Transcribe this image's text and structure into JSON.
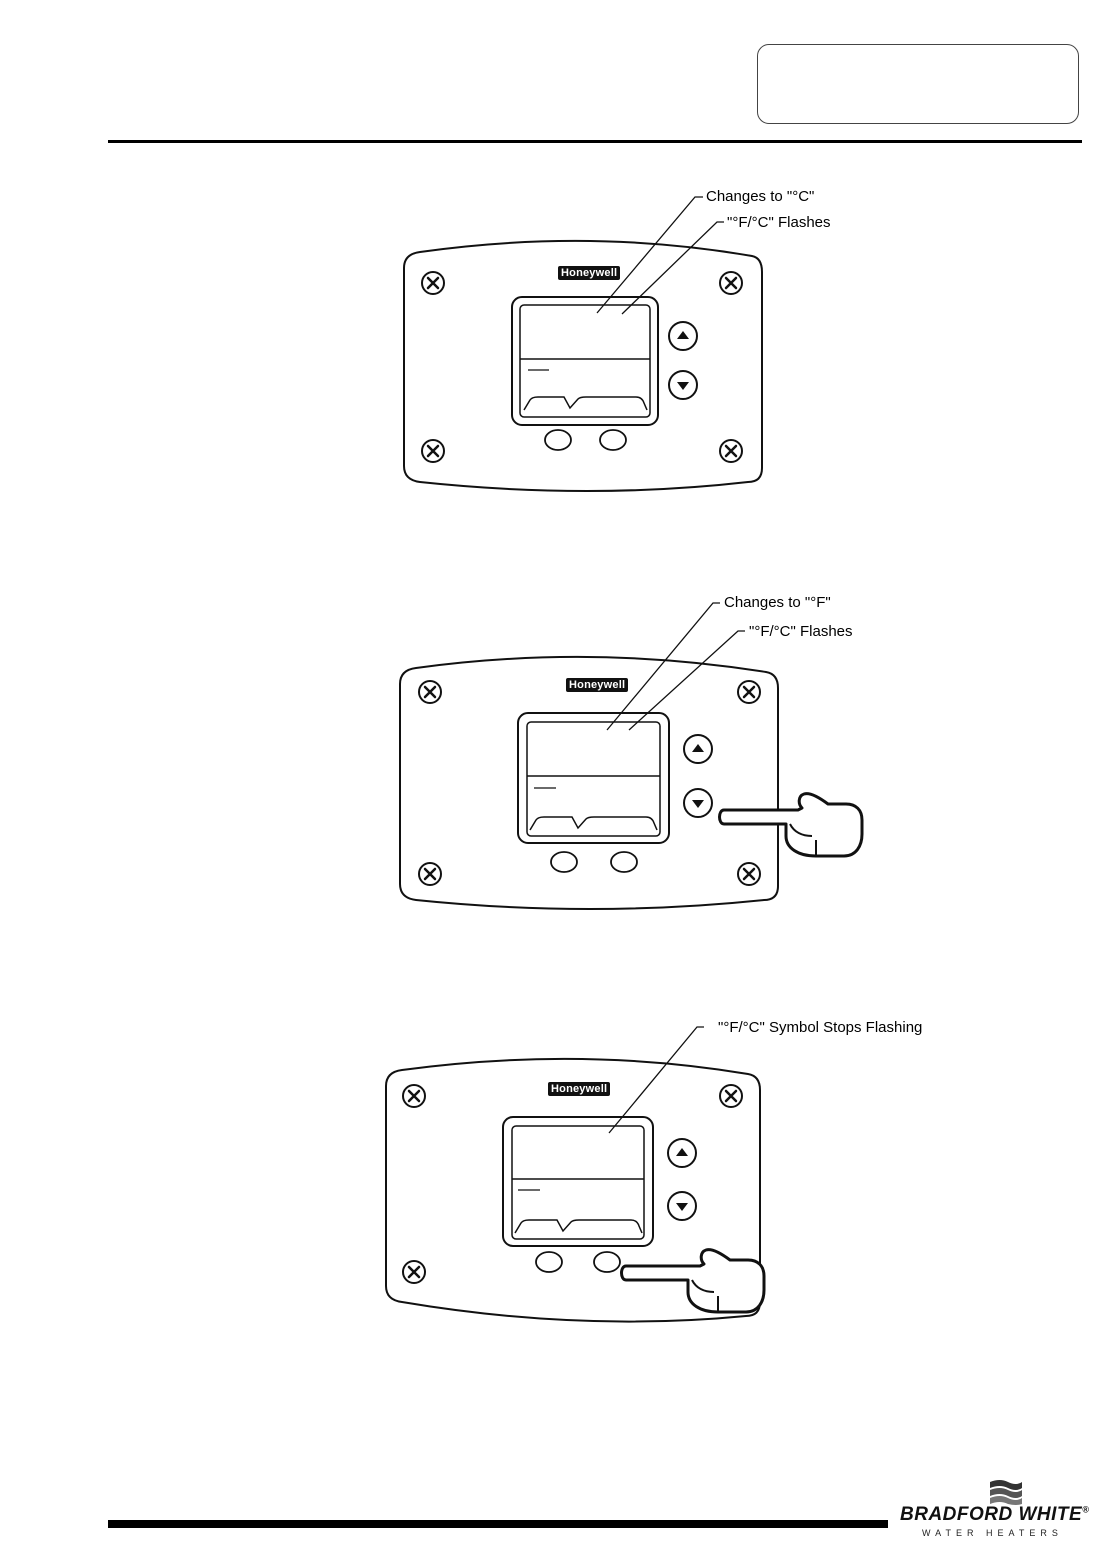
{
  "header": {
    "tag_text": ""
  },
  "figures": [
    {
      "brand": "Honeywell",
      "callouts": [
        "Changes to \"°C\"",
        "\"°F/°C\" Flashes"
      ]
    },
    {
      "brand": "Honeywell",
      "callouts": [
        "Changes to \"°F\"",
        "\"°F/°C\" Flashes"
      ]
    },
    {
      "brand": "Honeywell",
      "callouts": [
        "\"°F/°C\" Symbol Stops Flashing"
      ]
    }
  ],
  "footer": {
    "logo_name": "BRADFORD WHITE",
    "logo_registered": "®",
    "logo_sub": "WATER HEATERS"
  }
}
